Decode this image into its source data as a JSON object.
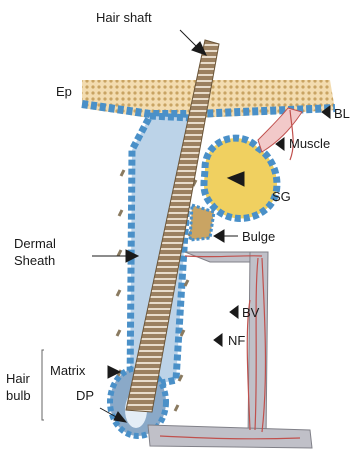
{
  "labels": {
    "hair_shaft": "Hair shaft",
    "ep": "Ep",
    "bl": "BL",
    "muscle": "Muscle",
    "sg": "SG",
    "bulge": "Bulge",
    "dermal_sheath_line1": "Dermal",
    "dermal_sheath_line2": "Sheath",
    "bv": "BV",
    "nf": "NF",
    "matrix": "Matrix",
    "hair_bulb_line1": "Hair",
    "hair_bulb_line2": "bulb",
    "dp": "DP"
  },
  "colors": {
    "epidermis": "#f3dcb0",
    "basal_layer": "#4a90c8",
    "shaft": "#9b8060",
    "shaft_stripes": "#e8dccb",
    "gland": "#f0d060",
    "vessel": "#c0c0c8",
    "nerve": "#c0504d",
    "muscle": "#f2c9c9"
  }
}
